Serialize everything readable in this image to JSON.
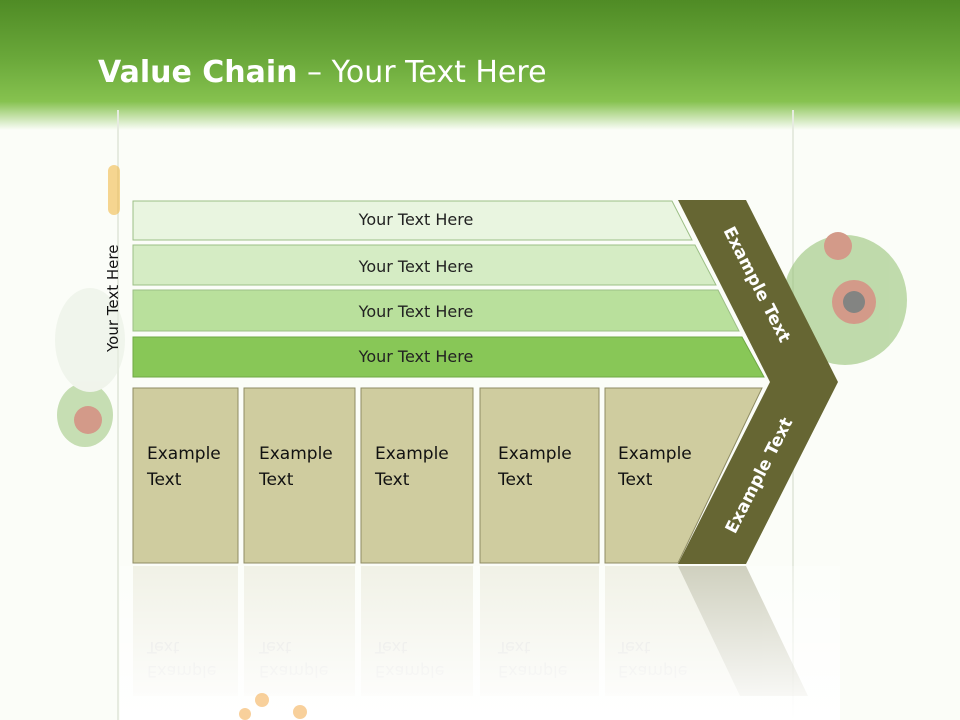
{
  "slide": {
    "title_bold": "Value Chain",
    "title_rest": " – Your Text Here",
    "side_label": "Your Text Here"
  },
  "bars": [
    {
      "label": "Your Text Here",
      "color": "#e9f5e0"
    },
    {
      "label": "Your Text Here",
      "color": "#d5ecc4"
    },
    {
      "label": "Your Text Here",
      "color": "#b9e09c"
    },
    {
      "label": "Your Text Here",
      "color": "#88c757"
    }
  ],
  "boxes": [
    {
      "line1": "Example",
      "line2": "Text"
    },
    {
      "line1": "Example",
      "line2": "Text"
    },
    {
      "line1": "Example",
      "line2": "Text"
    },
    {
      "line1": "Example",
      "line2": "Text"
    },
    {
      "line1": "Example",
      "line2": "Text"
    }
  ],
  "chevron": {
    "upper_label": "Example Text",
    "lower_label": "Example Text",
    "color": "#666633"
  },
  "colors": {
    "header": "#6aa83a",
    "box_fill": "#cfcc9f",
    "box_stroke": "#8f8c63"
  }
}
